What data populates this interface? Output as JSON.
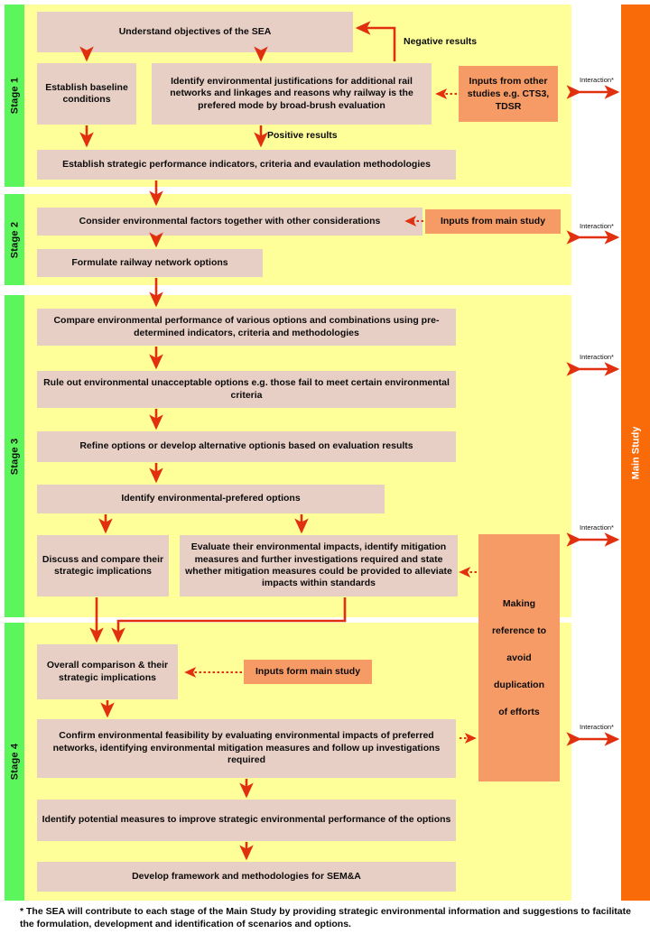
{
  "diagram": {
    "title": "SEA Process Flowchart with Main Study Interaction",
    "colors": {
      "stage_tab": "#5cf55c",
      "stage_panel": "#ffff99",
      "process_box": "#e8cfc6",
      "input_box": "#f79b66",
      "main_study_bar": "#f96a09",
      "arrow": "#e03010"
    }
  },
  "stages": [
    {
      "label": "Stage 1"
    },
    {
      "label": "Stage 2"
    },
    {
      "label": "Stage 3"
    },
    {
      "label": "Stage 4"
    }
  ],
  "boxes": {
    "understand_objectives": "Understand objectives of the SEA",
    "establish_baseline": "Establish baseline conditions",
    "identify_justifications": "Identify environmental justifications for additional rail networks and linkages and reasons why railway is the prefered mode by broad-brush evaluation",
    "establish_indicators": "Establish strategic performance indicators, criteria and evaulation methodologies",
    "consider_factors": "Consider environmental factors together with other considerations",
    "formulate_options": "Formulate railway network options",
    "compare_performance": "Compare environmental performance of various options and combinations using pre-determined indicators, criteria and methodologies",
    "rule_out": "Rule out environmental unacceptable options e.g. those fail to meet certain environmental criteria",
    "refine_options": "Refine options or develop alternative optionis based on evaluation results",
    "identify_preferred": "Identify environmental-prefered options",
    "discuss_compare": "Discuss and compare their strategic implications",
    "evaluate_impacts": "Evaluate their environmental impacts, identify mitigation measures and further investigations required and state whether mitigation measures could be provided to alleviate impacts within standards",
    "overall_comparison": "Overall comparison & their strategic implications",
    "confirm_feasibility": "Confirm environmental feasibility by evaluating environmental impacts of preferred networks, identifying environmental mitigation measures and follow up investigations required",
    "identify_measures": "Identify potential measures to improve strategic environmental performance of the options",
    "develop_framework": "Develop framework and methodologies for SEM&A"
  },
  "inputs": {
    "other_studies": "Inputs from other studies e.g. CTS3, TDSR",
    "main_study_stage2": "Inputs from main study",
    "main_study_stage4": "Inputs form main study"
  },
  "side_note": {
    "lines": [
      "Making",
      "reference to",
      "avoid",
      "duplication",
      "of efforts"
    ]
  },
  "main_study": {
    "label": "Main Study"
  },
  "flow_labels": {
    "negative_results": "Negative results",
    "positive_results": "Positive results"
  },
  "interaction_labels": [
    {
      "label": "Interaction*"
    },
    {
      "label": "Interaction*"
    },
    {
      "label": "Interaction*"
    },
    {
      "label": "Interaction*"
    }
  ],
  "footnote": {
    "line1": "* The SEA will contribute to each stage of the Main Study by providing strategic environmental information and suggestions to facilitate",
    "line2": "the formulation, development and identification of scenarios and options."
  }
}
